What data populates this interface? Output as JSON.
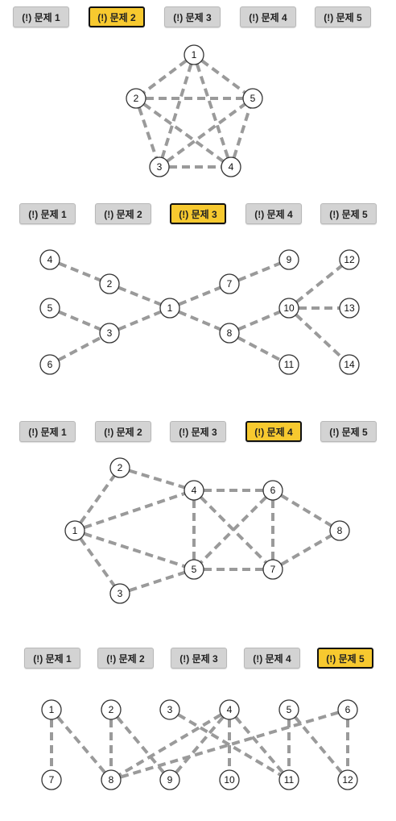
{
  "colors": {
    "tab_bg": "#d3d3d3",
    "tab_active_bg": "#f7c92f",
    "edge": "#9a9a9a",
    "node_stroke": "#333333"
  },
  "panels": [
    {
      "tabs": [
        "(!) 문제 1",
        "(!) 문제 2",
        "(!) 문제 3",
        "(!) 문제 4",
        "(!) 문제 5"
      ],
      "active": 1,
      "nodes": [
        "1",
        "2",
        "3",
        "4",
        "5"
      ],
      "edges": [
        [
          "1",
          "2"
        ],
        [
          "1",
          "3"
        ],
        [
          "1",
          "4"
        ],
        [
          "1",
          "5"
        ],
        [
          "2",
          "3"
        ],
        [
          "2",
          "4"
        ],
        [
          "2",
          "5"
        ],
        [
          "3",
          "4"
        ],
        [
          "3",
          "5"
        ],
        [
          "4",
          "5"
        ]
      ]
    },
    {
      "tabs": [
        "(!) 문제 1",
        "(!) 문제 2",
        "(!) 문제 3",
        "(!) 문제 4",
        "(!) 문제 5"
      ],
      "active": 2,
      "nodes": [
        "1",
        "2",
        "3",
        "4",
        "5",
        "6",
        "7",
        "8",
        "9",
        "10",
        "11",
        "12",
        "13",
        "14"
      ],
      "edges": [
        [
          "4",
          "2"
        ],
        [
          "2",
          "1"
        ],
        [
          "5",
          "3"
        ],
        [
          "6",
          "3"
        ],
        [
          "3",
          "1"
        ],
        [
          "1",
          "7"
        ],
        [
          "7",
          "9"
        ],
        [
          "1",
          "8"
        ],
        [
          "8",
          "11"
        ],
        [
          "8",
          "10"
        ],
        [
          "10",
          "12"
        ],
        [
          "10",
          "13"
        ],
        [
          "10",
          "14"
        ]
      ]
    },
    {
      "tabs": [
        "(!) 문제 1",
        "(!) 문제 2",
        "(!) 문제 3",
        "(!) 문제 4",
        "(!) 문제 5"
      ],
      "active": 3,
      "nodes": [
        "1",
        "2",
        "3",
        "4",
        "5",
        "6",
        "7",
        "8"
      ],
      "edges": [
        [
          "1",
          "2"
        ],
        [
          "1",
          "4"
        ],
        [
          "1",
          "5"
        ],
        [
          "1",
          "3"
        ],
        [
          "2",
          "4"
        ],
        [
          "3",
          "5"
        ],
        [
          "4",
          "6"
        ],
        [
          "4",
          "5"
        ],
        [
          "4",
          "7"
        ],
        [
          "6",
          "5"
        ],
        [
          "6",
          "7"
        ],
        [
          "6",
          "8"
        ],
        [
          "5",
          "7"
        ],
        [
          "7",
          "8"
        ]
      ]
    },
    {
      "tabs": [
        "(!) 문제 1",
        "(!) 문제 2",
        "(!) 문제 3",
        "(!) 문제 4",
        "(!) 문제 5"
      ],
      "active": 4,
      "nodes": [
        "1",
        "2",
        "3",
        "4",
        "5",
        "6",
        "7",
        "8",
        "9",
        "10",
        "11",
        "12"
      ],
      "edges": [
        [
          "1",
          "7"
        ],
        [
          "1",
          "8"
        ],
        [
          "2",
          "8"
        ],
        [
          "2",
          "9"
        ],
        [
          "3",
          "11"
        ],
        [
          "4",
          "8"
        ],
        [
          "4",
          "9"
        ],
        [
          "4",
          "10"
        ],
        [
          "4",
          "11"
        ],
        [
          "5",
          "11"
        ],
        [
          "5",
          "12"
        ],
        [
          "6",
          "8"
        ],
        [
          "6",
          "12"
        ]
      ]
    }
  ]
}
